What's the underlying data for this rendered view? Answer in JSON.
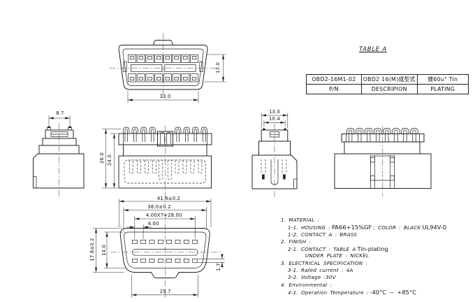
{
  "colors": {
    "line": "#1c1c1c",
    "paper": "#ffffff"
  },
  "table_a": {
    "title": "TABLE A",
    "columns": [
      "P/N",
      "DESCRIPION",
      "PLATING"
    ],
    "row": {
      "pn": "OBD2-16M1-02",
      "description": "OBD2 16(M)成型式",
      "plating": "镀60u\" Tin"
    }
  },
  "dims": {
    "front_width": "33.0",
    "front_height": "13.0",
    "side_a_top_width": "8.7",
    "rear_height_outer": "26.0",
    "rear_height_inner": "24.0",
    "side_b_width_outer": "13.0",
    "side_b_width_inner": "10.4",
    "face_width_outer": "41.6±0.2",
    "face_width_inner": "38.0±0.2",
    "pin_row_span": "4.00X7=28.00",
    "pin_pitch": "4.00",
    "face_height_outer": "17.8±0.2",
    "face_height_inner": "14.0",
    "pin_slot_height": "1.7",
    "face_bottom_width": "29.7"
  },
  "specs": {
    "l1": "1. MATERIAL :",
    "l2a": "1-1. HOUSING :",
    "l2b": "PA66+15%GF",
    "l2c": "; COLOR : BLACK",
    "l2d": "UL94V-0",
    "l3": "1-2. CONTACT A : BRASS",
    "l4": "2. FINISH :",
    "l5a": "2-1. CONTACT : TABLE A",
    "l5b": "Tin-plating",
    "l6": "UNDER PLATE : NICKEL",
    "l7": "3. ELECTRICAL SPECIFICATION :",
    "l8": "3-1. Rated current : 4A",
    "l9": "3-2. Voltage :30V",
    "l10": "4. Environmental :",
    "l11a": "4-1. Operation Temperature :",
    "l11b": "-40°C ~ +85°C"
  }
}
